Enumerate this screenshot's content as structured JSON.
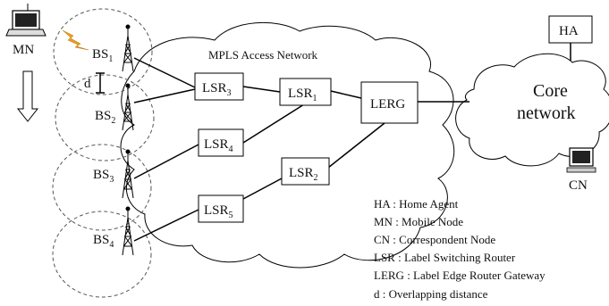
{
  "access_network": {
    "label": "MPLS Access Network"
  },
  "core": {
    "line1": "Core",
    "line2": "network"
  },
  "mobile_node": {
    "label": "MN"
  },
  "correspondent_node": {
    "label": "CN"
  },
  "home_agent": {
    "label": "HA"
  },
  "gateway": {
    "label": "LERG"
  },
  "overlap": {
    "label": "d"
  },
  "base_stations": [
    {
      "base": "BS",
      "sub": "1"
    },
    {
      "base": "BS",
      "sub": "2"
    },
    {
      "base": "BS",
      "sub": "3"
    },
    {
      "base": "BS",
      "sub": "4"
    }
  ],
  "routers": [
    {
      "base": "LSR",
      "sub": "3"
    },
    {
      "base": "LSR",
      "sub": "1"
    },
    {
      "base": "LSR",
      "sub": "4"
    },
    {
      "base": "LSR",
      "sub": "2"
    },
    {
      "base": "LSR",
      "sub": "5"
    }
  ],
  "legend": [
    "HA : Home Agent",
    "MN : Mobile Node",
    "CN : Correspondent Node",
    "LSR : Label Switching Router",
    "LERG : Label Edge Router Gateway",
    "d : Overlapping distance"
  ],
  "colors": {
    "line": "#000000",
    "dashed": "#555555",
    "lightning": "#e8a020",
    "screen": "#222222"
  }
}
